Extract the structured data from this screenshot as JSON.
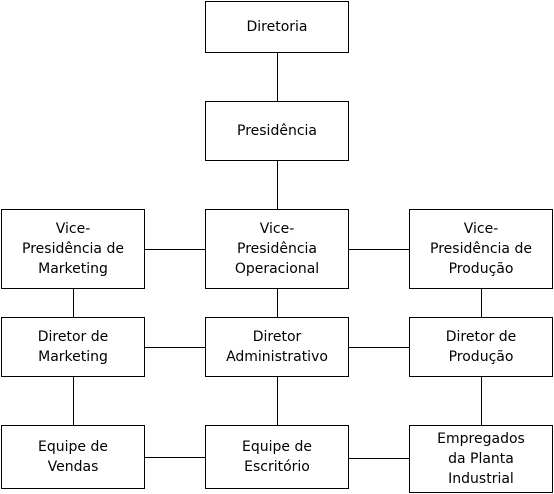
{
  "nodes": [
    {
      "id": "diretoria",
      "lines": [
        "Diretoria"
      ]
    },
    {
      "id": "presidencia",
      "lines": [
        "Presidência"
      ]
    },
    {
      "id": "vp-marketing",
      "lines": [
        "Vice-",
        "Presidência de",
        "Marketing"
      ]
    },
    {
      "id": "vp-operacional",
      "lines": [
        "Vice-",
        "Presidência",
        "Operacional"
      ]
    },
    {
      "id": "vp-producao",
      "lines": [
        "Vice-",
        "Presidência de",
        "Produção"
      ]
    },
    {
      "id": "diretor-marketing",
      "lines": [
        "Diretor de",
        "Marketing"
      ]
    },
    {
      "id": "diretor-administrativo",
      "lines": [
        "Diretor",
        "Administrativo"
      ]
    },
    {
      "id": "diretor-producao",
      "lines": [
        "Diretor de",
        "Produção"
      ]
    },
    {
      "id": "equipe-vendas",
      "lines": [
        "Equipe de",
        "Vendas"
      ]
    },
    {
      "id": "equipe-escritorio",
      "lines": [
        "Equipe de",
        "Escritório"
      ]
    },
    {
      "id": "empregados-planta",
      "lines": [
        "Empregados",
        "da Planta",
        "Industrial"
      ]
    }
  ],
  "edges": [
    [
      "diretoria",
      "presidencia"
    ],
    [
      "presidencia",
      "vp-operacional"
    ],
    [
      "vp-marketing",
      "vp-operacional"
    ],
    [
      "vp-operacional",
      "vp-producao"
    ],
    [
      "vp-marketing",
      "diretor-marketing"
    ],
    [
      "vp-operacional",
      "diretor-administrativo"
    ],
    [
      "vp-producao",
      "diretor-producao"
    ],
    [
      "diretor-marketing",
      "diretor-administrativo"
    ],
    [
      "diretor-administrativo",
      "diretor-producao"
    ],
    [
      "diretor-marketing",
      "equipe-vendas"
    ],
    [
      "diretor-administrativo",
      "equipe-escritorio"
    ],
    [
      "diretor-producao",
      "empregados-planta"
    ],
    [
      "equipe-vendas",
      "equipe-escritorio"
    ],
    [
      "equipe-escritorio",
      "empregados-planta"
    ]
  ]
}
